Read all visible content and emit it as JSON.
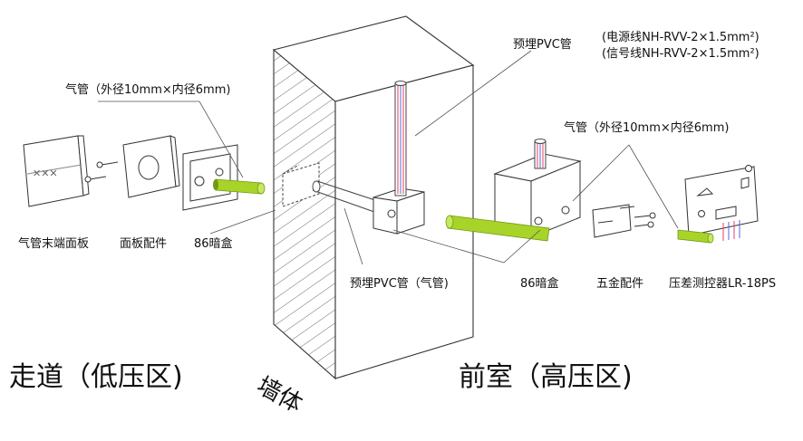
{
  "labels": {
    "air_pipe_left": "气管（外径10mm×内径6mm)",
    "air_pipe_right": "气管（外径10mm×内径6mm)",
    "embedded_pvc_top": "预埋PVC管",
    "power_line": "(电源线NH-RVV-2×1.5mm²)",
    "signal_line": "(信号线NH-RVV-2×1.5mm²)",
    "end_panel": "气管末端面板",
    "panel_fitting": "面板配件",
    "box_86_left": "86暗盒",
    "embedded_pvc_air": "预埋PVC管（气管)",
    "box_86_right": "86暗盒",
    "hardware_fitting": "五金配件",
    "sensor": "压差测控器LR-18PS",
    "zone_corridor": "走道（低压区)",
    "wall": "墙体",
    "zone_front_room": "前室（高压区)",
    "panel_mark": "✕✕✕"
  },
  "colors": {
    "air_pipe": "#a8d42a",
    "air_pipe_dark": "#6f9a14",
    "cable_red": "#e0416a",
    "cable_blue": "#5a67d8",
    "line": "#333333"
  }
}
